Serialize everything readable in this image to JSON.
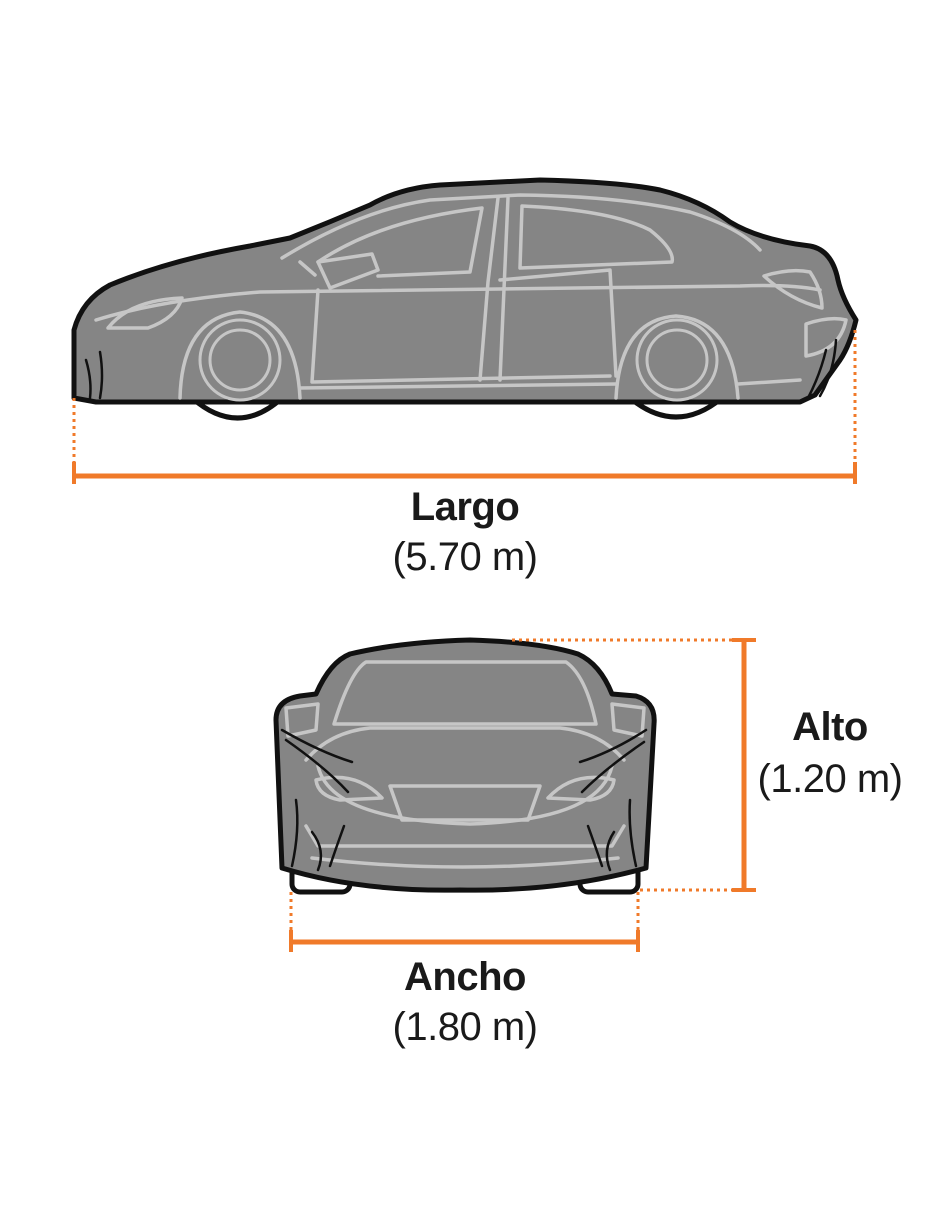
{
  "dimensions": {
    "length": {
      "name": "Largo",
      "value": "(5.70 m)"
    },
    "height": {
      "name": "Alto",
      "value": "(1.20 m)"
    },
    "width": {
      "name": "Ancho",
      "value": "(1.80 m)"
    }
  },
  "colors": {
    "accent": "#f07a2a",
    "cover": "#858585",
    "outline": "#111111",
    "detail": "#c6c6c6",
    "tire": "#ffffff"
  }
}
